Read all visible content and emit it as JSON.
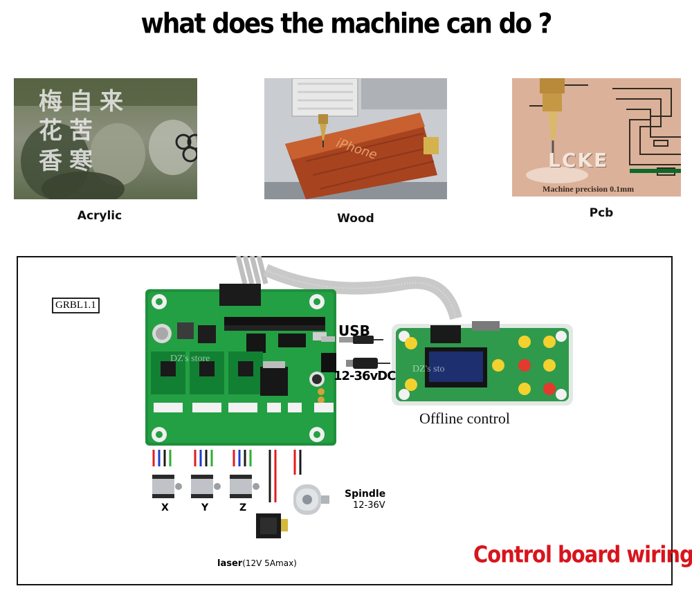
{
  "headline": "what does the machine can do ?",
  "materials": [
    {
      "label": "Acrylic",
      "overlay_text": [
        "梅",
        "花",
        "香",
        "自",
        "苦",
        "来",
        "寒"
      ]
    },
    {
      "label": "Wood",
      "engraving": "iPhone"
    },
    {
      "label": "Pcb",
      "engraving": "LCKE",
      "precision_note": "Machine precision 0.1mm"
    }
  ],
  "wiring": {
    "firmware_badge": "GRBL1.1",
    "usb_label": "USB",
    "power_label": "12-36vDC",
    "offline_label": "Offline control",
    "board_watermark": "DZ's store",
    "controller_watermark": "DZ's sto",
    "motors": [
      {
        "axis": "X"
      },
      {
        "axis": "Y"
      },
      {
        "axis": "Z"
      }
    ],
    "spindle_label": "Spindle",
    "spindle_voltage": "12-36V",
    "laser_label": "laser",
    "laser_spec": "(12V 5Amax)",
    "footer_title": "Control board wiring"
  }
}
